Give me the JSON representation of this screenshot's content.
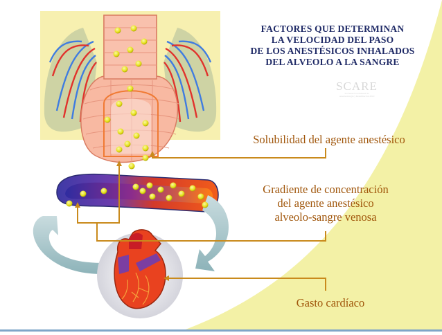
{
  "title_lines": [
    "FACTORES QUE DETERMINAN",
    "LA VELOCIDAD DEL PASO",
    "DE LOS ANESTÉSICOS INHALADOS",
    "DEL ALVEOLO A LA SANGRE"
  ],
  "logo": {
    "name": "SCARE",
    "tagline_1": "Sociedad Colombiana de",
    "tagline_2": "Anestesiología y Reanimación 2010"
  },
  "factors": {
    "solubility": "Solubilidad del agente anestésico",
    "gradient_lines": [
      "Gradiente de concentración",
      "del agente anestésico",
      "alveolo-sangre venosa"
    ],
    "cardiac_output": "Gasto cardíaco"
  },
  "icons": [
    "lungs-icon",
    "alveolus-icon",
    "blood-vessel-icon",
    "heart-icon",
    "circulation-arrow-icon"
  ],
  "colors": {
    "title": "#1f2a66",
    "labels": "#a0560b",
    "connector": "#c98a1c",
    "background_wedge": "#f1ef9a",
    "alveolus": "#f6b7a0",
    "vessel_venous": "#5b4bb8",
    "vessel_arterial": "#e2341d",
    "agent_particle": "#e8e419"
  }
}
